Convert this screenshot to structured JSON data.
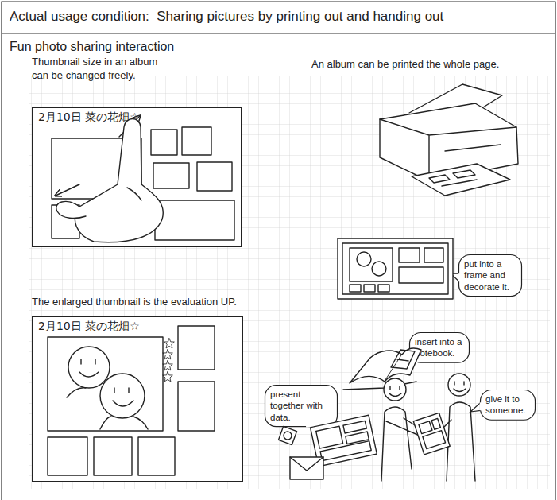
{
  "diagram": {
    "title": "Actual usage condition:  Sharing pictures by printing out and handing out",
    "nodes": [
      {
        "text": [
          "2月10日 菜の花畑☆"
        ]
      },
      {
        "text": [
          "2月10日 菜の花畑☆"
        ]
      },
      {
        "text": [
          "put into a frame and decorate it."
        ]
      },
      {
        "text": [
          "insert into a notebook."
        ]
      },
      {
        "text": [
          "present together with data."
        ]
      },
      {
        "text": [
          "give it to someone."
        ]
      }
    ],
    "labels": [
      "Fun photo sharing interaction",
      "Thumbnail size in an album can be changed freely.",
      "An album can be printed the whole page.",
      "The enlarged thumbnail is the evaluation UP."
    ]
  }
}
